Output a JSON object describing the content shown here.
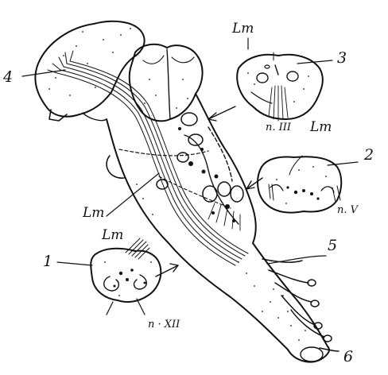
{
  "labels": {
    "n1": "1",
    "n2": "2",
    "n3": "3",
    "n4": "4",
    "n5": "5",
    "n6": "6",
    "lm_main": "Lm",
    "lm_section1": "Lm",
    "lm_section2": "Lm",
    "lm_section3": "Lm",
    "nerve_iii": "n. III",
    "nerve_v": "n. V",
    "nerve_xii": "n · XII"
  }
}
